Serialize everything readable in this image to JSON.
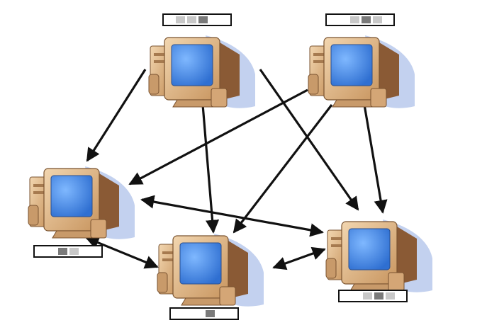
{
  "diagram": {
    "kind": "network-of-computers",
    "nodes": [
      {
        "id": "pc-top-left",
        "label_cells": [
          "white",
          "light",
          "light",
          "gray",
          "white",
          "white"
        ]
      },
      {
        "id": "pc-top-right",
        "label_cells": [
          "white",
          "white",
          "light",
          "gray",
          "light",
          "white"
        ]
      },
      {
        "id": "pc-mid-left",
        "label_cells": [
          "white",
          "white",
          "gray",
          "light",
          "white",
          "white"
        ]
      },
      {
        "id": "pc-bottom-center",
        "label_cells": [
          "white",
          "white",
          "white",
          "gray",
          "white",
          "white"
        ]
      },
      {
        "id": "pc-bottom-right",
        "label_cells": [
          "white",
          "white",
          "light",
          "gray",
          "light",
          "white"
        ]
      }
    ],
    "edges": [
      {
        "from": "pc-top-left",
        "to": "pc-mid-left",
        "directed": true
      },
      {
        "from": "pc-top-left",
        "to": "pc-bottom-center",
        "directed": true
      },
      {
        "from": "pc-top-left",
        "to": "pc-bottom-right",
        "directed": true
      },
      {
        "from": "pc-top-right",
        "to": "pc-mid-left",
        "directed": true
      },
      {
        "from": "pc-top-right",
        "to": "pc-bottom-center",
        "directed": true
      },
      {
        "from": "pc-top-right",
        "to": "pc-bottom-right",
        "directed": true
      },
      {
        "from": "pc-mid-left",
        "to": "pc-bottom-right",
        "directed": false
      },
      {
        "from": "pc-mid-left",
        "to": "pc-bottom-center",
        "directed": false
      },
      {
        "from": "pc-bottom-center",
        "to": "pc-bottom-right",
        "directed": false
      }
    ],
    "colors": {
      "monitor_body": "#d9b48a",
      "monitor_shadow": "#8a5a35",
      "screen": "#3f8be6",
      "glow": "#b9c9ec",
      "arrow": "#111111"
    }
  }
}
